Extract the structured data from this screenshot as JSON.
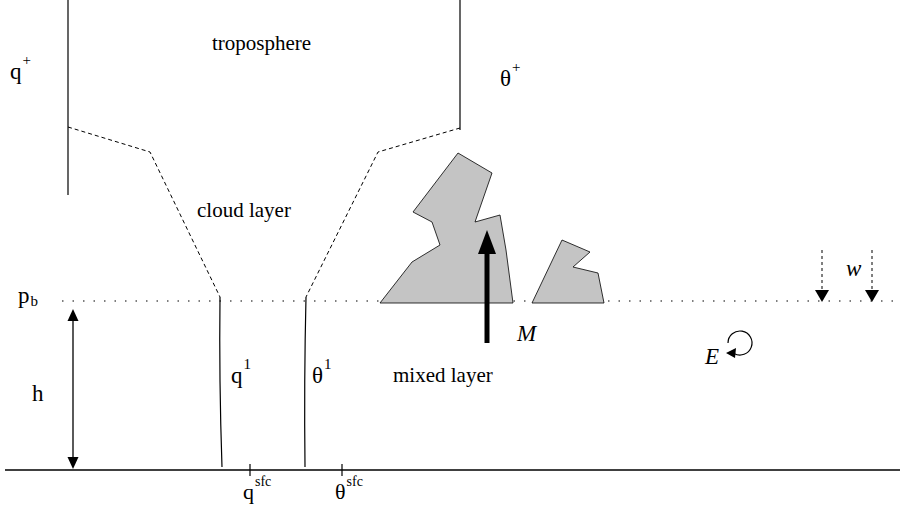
{
  "diagram": {
    "labels": [
      "q",
      "+",
      "troposphere",
      "θ",
      "+",
      "cloud layer",
      "p",
      "b",
      "M",
      "E",
      "w",
      "h",
      "q",
      "1",
      "θ",
      "1",
      "mixed layer",
      "q",
      "sfc",
      "θ",
      "sfc"
    ]
  }
}
